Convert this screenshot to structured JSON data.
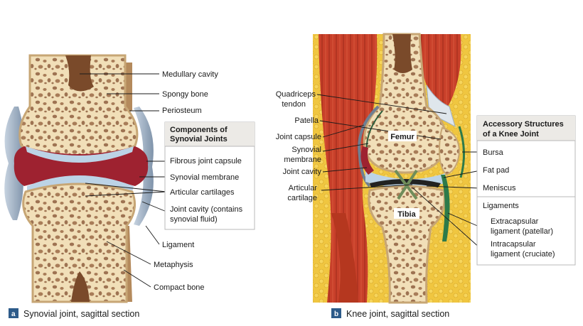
{
  "panel_a": {
    "badge": "a",
    "caption": "Synovial joint, sagittal section",
    "labels": {
      "medullary": "Medullary cavity",
      "spongy": "Spongy bone",
      "periosteum": "Periosteum",
      "ligament": "Ligament",
      "metaphysis": "Metaphysis",
      "compact": "Compact bone"
    },
    "box": {
      "title_1": "Components of",
      "title_2": "Synovial Joints",
      "items": {
        "fibrous": "Fibrous joint capsule",
        "synovial": "Synovial membrane",
        "articular": "Articular cartilages",
        "cavity_1": "Joint cavity (contains",
        "cavity_2": "synovial fluid)"
      }
    }
  },
  "panel_b": {
    "badge": "b",
    "caption": "Knee joint, sagittal section",
    "bones": {
      "femur": "Femur",
      "tibia": "Tibia"
    },
    "left_labels": {
      "quad_1": "Quadriceps",
      "quad_2": "tendon",
      "patella": "Patella",
      "capsule": "Joint capsule",
      "synovial_1": "Synovial",
      "synovial_2": "membrane",
      "cavity": "Joint cavity",
      "articular_1": "Articular",
      "articular_2": "cartilage"
    },
    "box": {
      "title_1": "Accessory Structures",
      "title_2": "of a Knee Joint",
      "items": {
        "bursa": "Bursa",
        "fatpad": "Fat pad",
        "meniscus": "Meniscus",
        "ligaments": "Ligaments",
        "extra_1": "Extracapsular",
        "extra_2": "ligament (patellar)",
        "intra_1": "Intracapsular",
        "intra_2": "ligament (cruciate)"
      }
    }
  },
  "colors": {
    "bone": "#f1dfb8",
    "pore": "#9e7352",
    "marrow": "#7a4a2a",
    "cartilage": "#bcd3e6",
    "cavity": "#9e2230",
    "capsule": "#9fb0c4",
    "muscle": "#c8402a",
    "fat": "#f0c640",
    "badge": "#2d5b8a",
    "box_header": "#eceae6"
  }
}
